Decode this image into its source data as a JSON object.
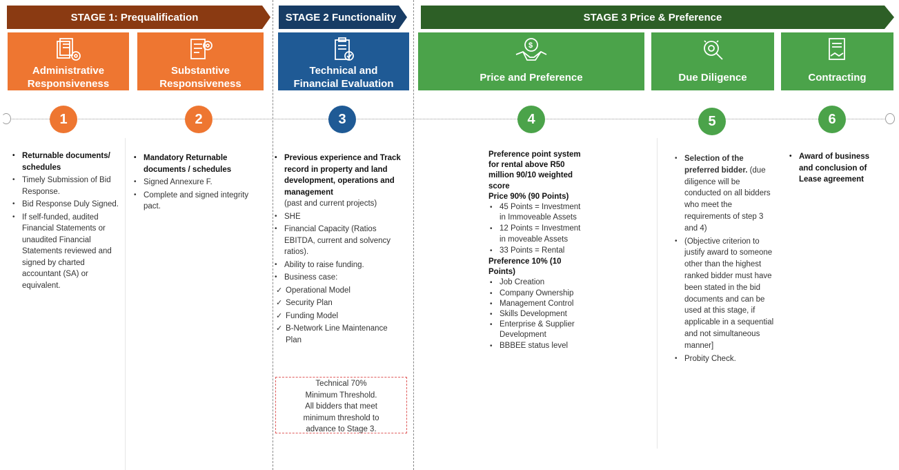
{
  "colors": {
    "orange": "#ee7631",
    "blue": "#1f5a95",
    "green": "#4ba34a",
    "stage1": "#8a3a12",
    "stage2": "#173c65",
    "stage3": "#2d5f26"
  },
  "stages": [
    {
      "label": "STAGE 1: Prequalification"
    },
    {
      "label": "STAGE 2 Functionality"
    },
    {
      "label": "STAGE 3 Price & Preference"
    }
  ],
  "steps": [
    {
      "number": "1",
      "title": "Administrative\nResponsiveness",
      "icon": "documents-gear-icon"
    },
    {
      "number": "2",
      "title": "Substantive\nResponsiveness",
      "icon": "document-gear-icon"
    },
    {
      "number": "3",
      "title": "Technical and\nFinancial Evaluation",
      "icon": "clipboard-check-icon"
    },
    {
      "number": "4",
      "title": "Price and Preference",
      "icon": "handshake-money-icon"
    },
    {
      "number": "5",
      "title": "Due Diligence",
      "icon": "magnifier-gear-icon"
    },
    {
      "number": "6",
      "title": "Contracting",
      "icon": "contract-handshake-icon"
    }
  ],
  "col1": [
    "Returnable documents/ schedules",
    "Timely Submission of Bid Response.",
    "Bid Response Duly Signed.",
    "If self-funded, audited Financial Statements or unaudited Financial Statements reviewed and signed by charted accountant (SA) or equivalent."
  ],
  "col2": [
    "Mandatory Returnable documents / schedules",
    "Signed Annexure F.",
    "Complete and signed integrity pact."
  ],
  "col3": {
    "items": [
      "Previous experience and Track record in property and land development, operations and management",
      "(past and current projects)",
      "SHE",
      "Financial Capacity (Ratios EBITDA, current and solvency ratios).",
      "Ability to raise funding.",
      "Business case:"
    ],
    "checks": [
      "Operational Model",
      "Security Plan",
      "Funding Model",
      "B-Network Line Maintenance Plan"
    ],
    "threshold": "Technical 70%\nMinimum Threshold.\nAll bidders that meet\nminimum threshold to\nadvance to Stage 3."
  },
  "col4": {
    "heading": "Preference point system for rental above R50 million 90/10 weighted score",
    "price_heading": "Price 90% (90 Points)",
    "price_items": [
      "45 Points = Investment in Immoveable Assets",
      "12 Points = Investment in moveable Assets",
      "33 Points = Rental"
    ],
    "pref_heading": "Preference 10% (10 Points)",
    "pref_items": [
      "Job Creation",
      "Company Ownership",
      "Management Control",
      "Skills Development",
      "Enterprise & Supplier Development",
      "BBBEE status level"
    ]
  },
  "col5": {
    "item1_bold": "Selection of the preferred bidder.",
    "item1_rest": " (due diligence will be conducted on all bidders who meet the requirements of step 3 and 4)",
    "item2": "(Objective criterion to justify award to someone other than the highest ranked bidder must have been stated in the bid documents and can be used at this stage, if applicable in a sequential and not simultaneous manner]",
    "item3": "Probity Check."
  },
  "col6": [
    "Award of business and conclusion of Lease agreement"
  ]
}
